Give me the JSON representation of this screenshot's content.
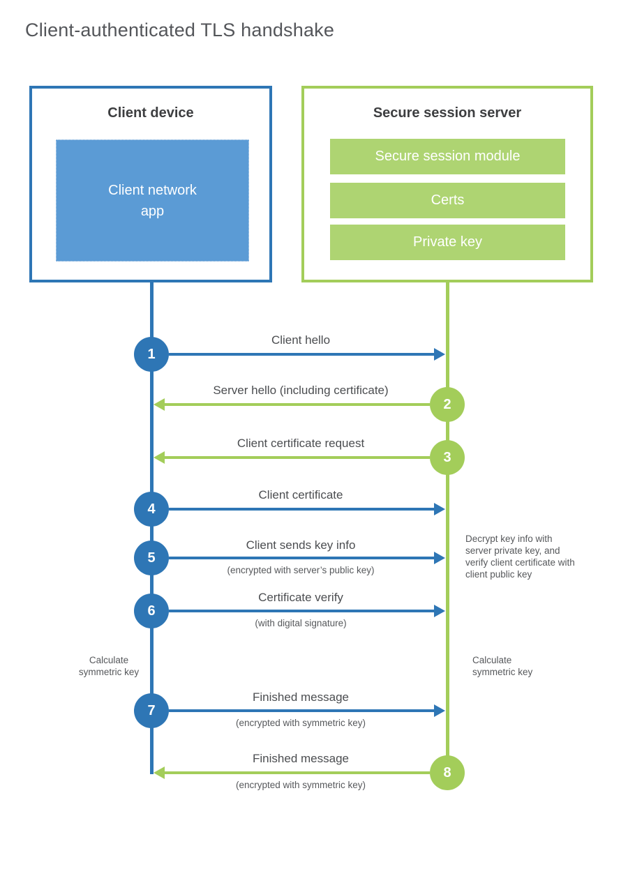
{
  "title": "Client-authenticated TLS handshake",
  "client": {
    "title": "Client device",
    "app_label": "Client network app"
  },
  "server": {
    "title": "Secure session server",
    "modules": [
      "Secure session module",
      "Certs",
      "Private key"
    ]
  },
  "steps": [
    {
      "num": "1",
      "label": "Client hello",
      "direction": "client-to-server"
    },
    {
      "num": "2",
      "label": "Server hello (including certificate)",
      "direction": "server-to-client"
    },
    {
      "num": "3",
      "label": "Client certificate request",
      "direction": "server-to-client"
    },
    {
      "num": "4",
      "label": "Client certificate",
      "direction": "client-to-server"
    },
    {
      "num": "5",
      "label": "Client sends key info",
      "sub": "(encrypted with server’s public key)",
      "direction": "client-to-server"
    },
    {
      "num": "6",
      "label": "Certificate verify",
      "sub": "(with digital signature)",
      "direction": "client-to-server"
    },
    {
      "num": "7",
      "label": "Finished message",
      "sub": "(encrypted with symmetric key)",
      "direction": "client-to-server"
    },
    {
      "num": "8",
      "label": "Finished message",
      "sub": "(encrypted with symmetric key)",
      "direction": "server-to-client"
    }
  ],
  "notes": {
    "decrypt": "Decrypt key info with server private key, and verify client certificate with client public key",
    "calc_left": "Calculate symmetric key",
    "calc_right": "Calculate symmetric key"
  },
  "colors": {
    "blue": "#2e76b5",
    "light_blue": "#5b9bd5",
    "green": "#a3cd5a",
    "bar_green": "#aed472"
  }
}
